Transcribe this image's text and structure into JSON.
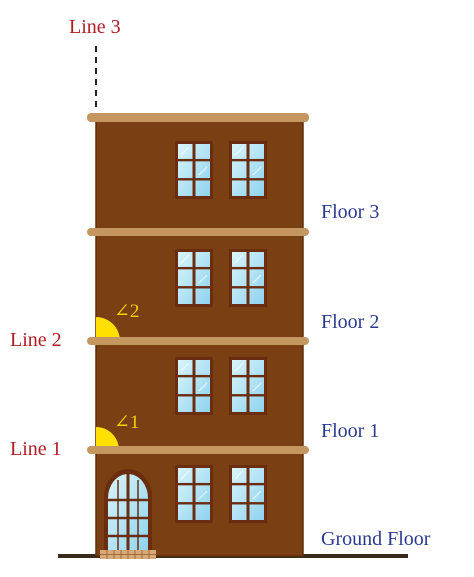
{
  "diagram": {
    "line_labels": {
      "line3": "Line 3",
      "line2": "Line 2",
      "line1": "Line 1"
    },
    "floor_labels": {
      "floor3": "Floor 3",
      "floor2": "Floor 2",
      "floor1": "Floor 1",
      "ground": "Ground Floor"
    },
    "angle_labels": {
      "angle2": "∠2",
      "angle1": "∠1"
    }
  },
  "colors": {
    "wall": "#7a3f13",
    "wall_edge": "#5e2f0c",
    "ledge": "#c49660",
    "window_frame": "#6b2d10",
    "window_glass": "#b8e6f5",
    "angle_fill": "#ffe000",
    "label_red": "#b01e23",
    "label_blue": "#2a3990"
  }
}
